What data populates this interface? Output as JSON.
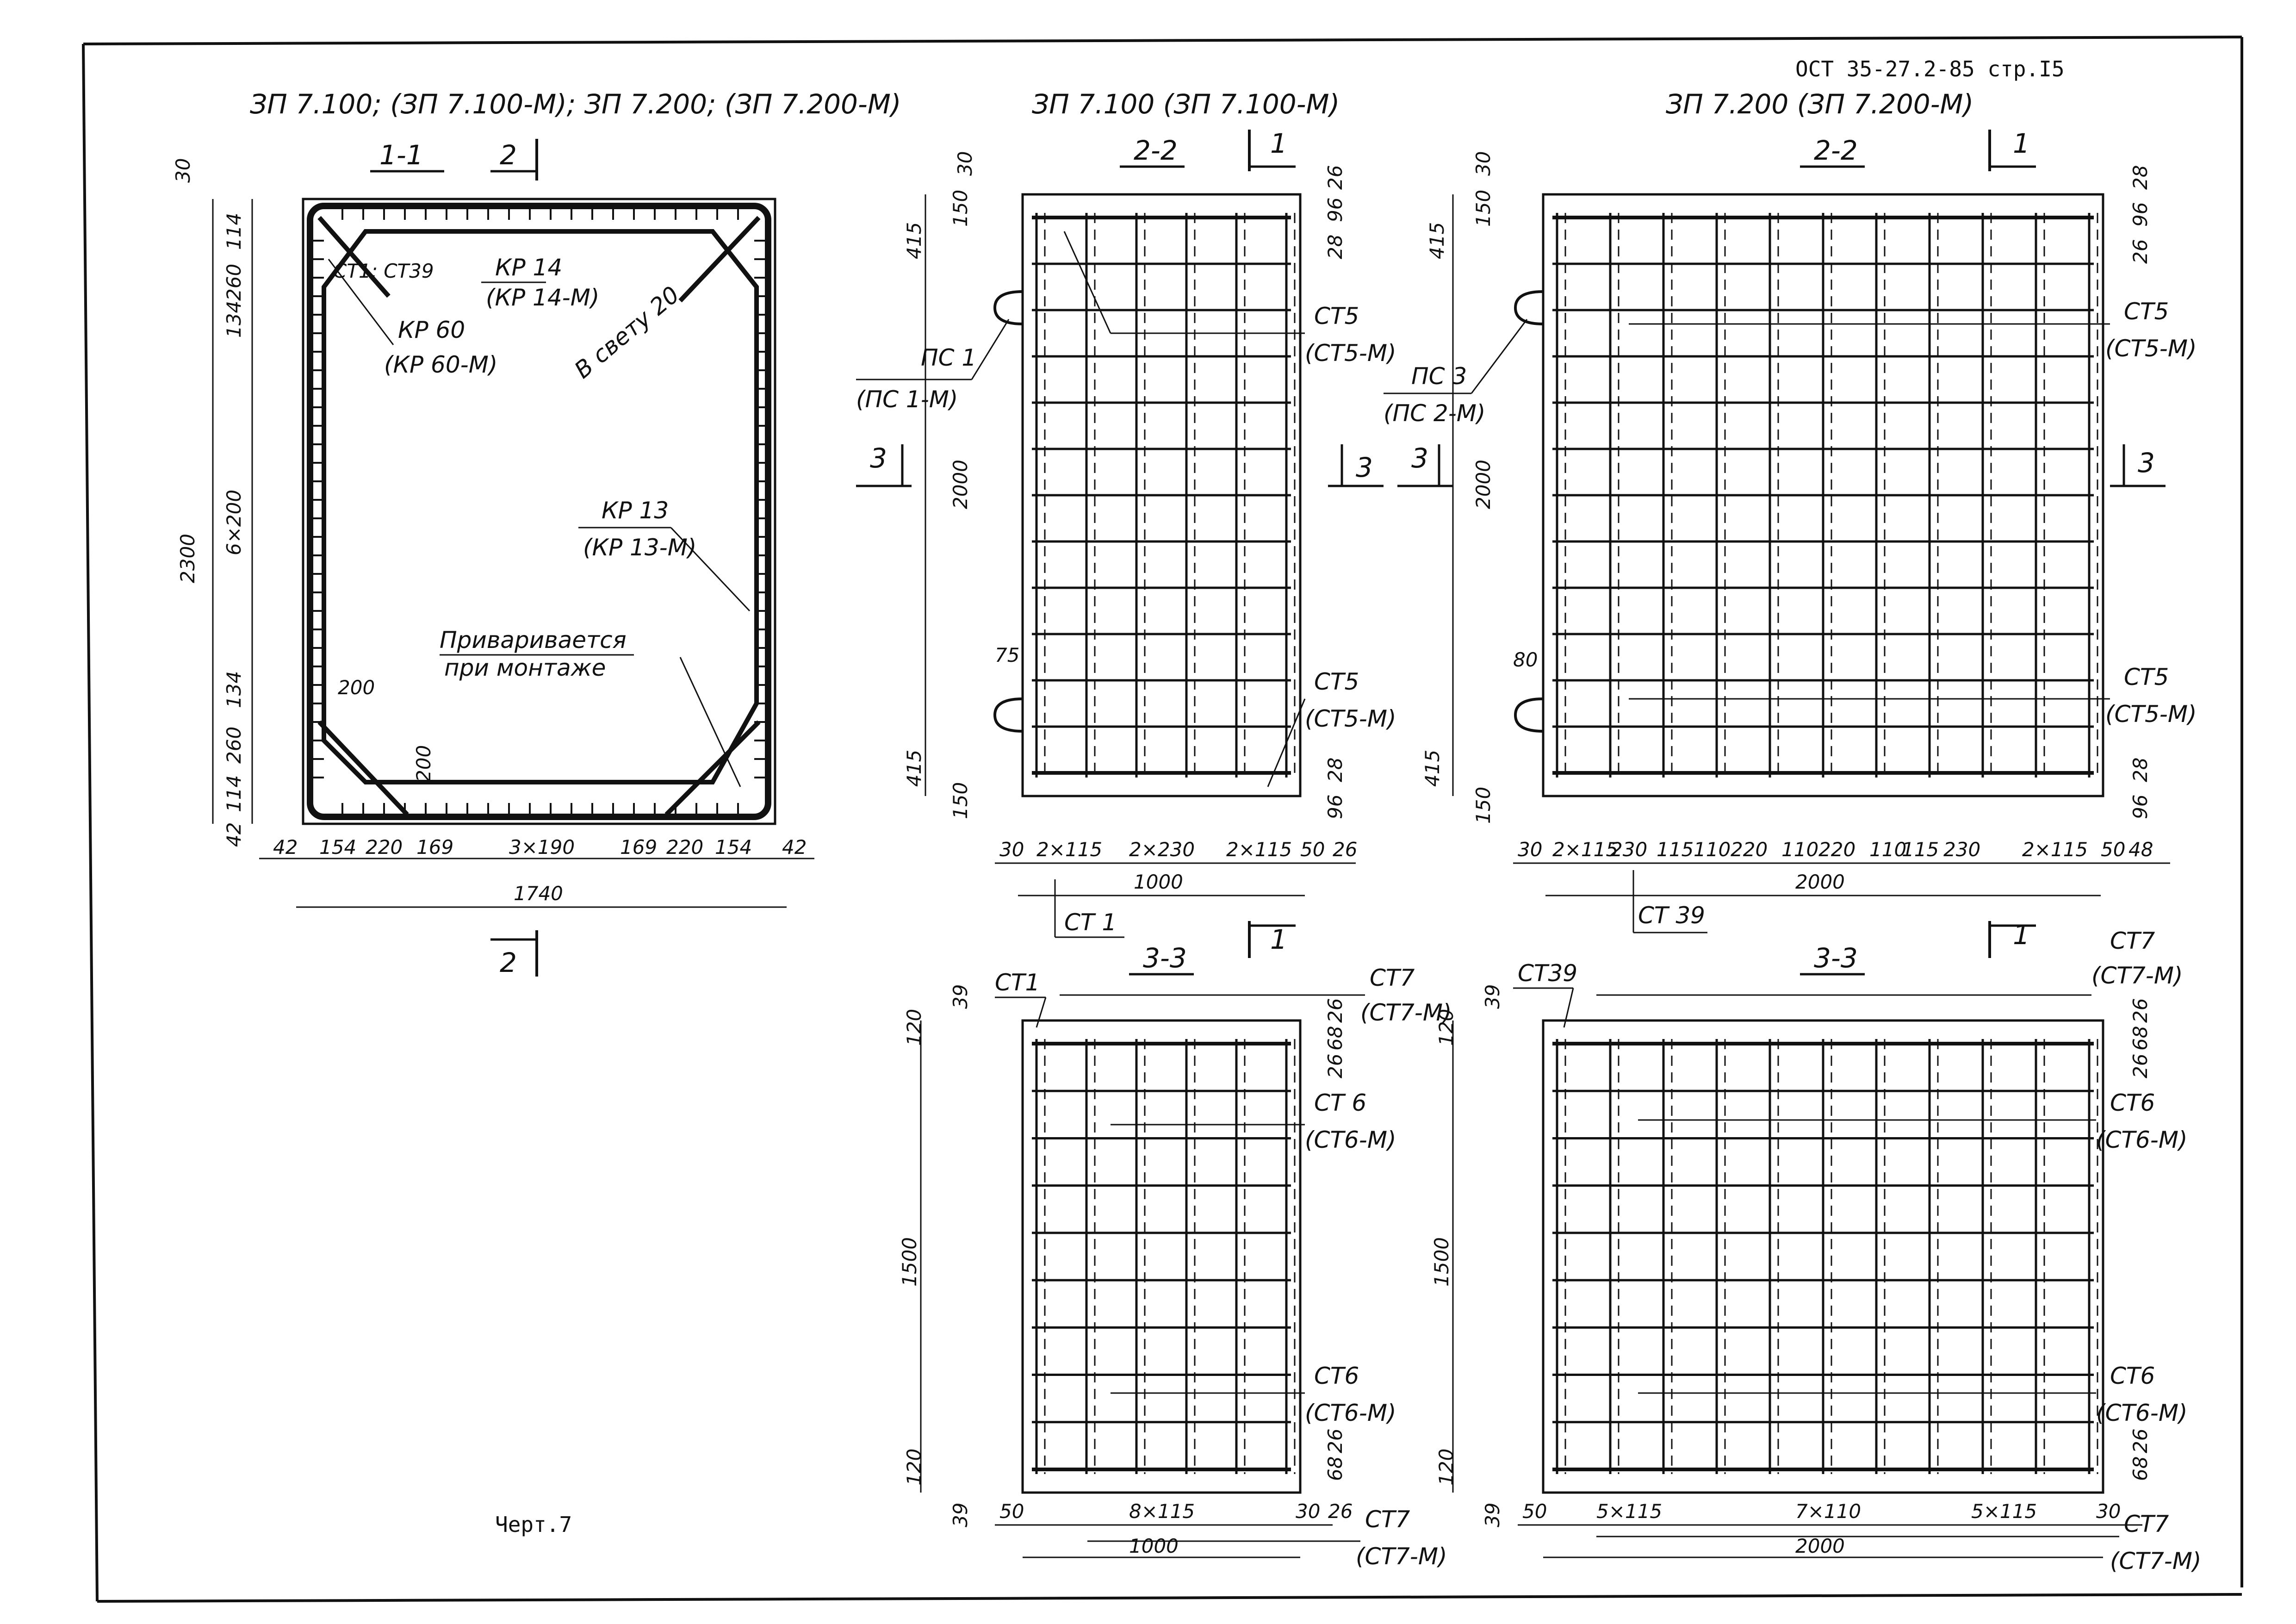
{
  "sheet": {
    "doc_ref": "ОСТ 35-27.2-85 стр.I5",
    "drawing_no": "Черт.7"
  },
  "panel_a": {
    "title": "ЗП 7.100; (ЗП 7.100-М); ЗП 7.200; (ЗП 7.200-М)",
    "section": "1-1",
    "cut_top": "2",
    "cut_bottom": "2",
    "callouts": {
      "st": "СТ1; СТ39",
      "kp14": "КР 14",
      "kp14m": "(КР 14-М)",
      "kp60": "КР 60",
      "kp60m": "(КР 60-М)",
      "clear": "В свету 20",
      "kp13": "КР 13",
      "kp13m": "(КР 13-М)",
      "weld1": "Привариваетcя",
      "weld2": "при монтаже"
    },
    "dims": {
      "d30": "30",
      "d114a": "114",
      "d42a": "42",
      "d260a": "260",
      "d134a": "134",
      "d2300": "2300",
      "d6x200": "6×200",
      "d134b": "134",
      "d260b": "260",
      "d114b": "114",
      "d42b": "42",
      "d200a": "200",
      "d200b": "200",
      "b42a": "42",
      "b154a": "154",
      "b220a": "220",
      "b169a": "169",
      "b3x190": "3×190",
      "b169b": "169",
      "b220b": "220",
      "b154b": "154",
      "b42b": "42",
      "b1740": "1740"
    }
  },
  "panel_b": {
    "title": "ЗП 7.100 (ЗП 7.100-М)",
    "section": "2-2",
    "cut_top": "1",
    "cut_bottom": "1",
    "left_arrow": "3",
    "right_arrow": "3",
    "callouts": {
      "ps": "ПС 1",
      "psm": "(ПС 1-М)",
      "st5a": "СТ5",
      "st5am": "(СТ5-М)",
      "st5b": "СТ5",
      "st5bm": "(СТ5-М)",
      "st_bottom": "СТ 1"
    },
    "dims": {
      "d30": "30",
      "d150a": "150",
      "d415a": "415",
      "d2000": "2000",
      "d75": "75",
      "d415b": "415",
      "d150b": "150",
      "r26a": "26",
      "r96a": "96",
      "r28a": "28",
      "r28b": "28",
      "r96b": "96",
      "b30": "30",
      "b2x115a": "2×115",
      "b2x230": "2×230",
      "b2x115b": "2×115",
      "b50": "50",
      "b26": "26",
      "b1000": "1000"
    }
  },
  "panel_c": {
    "title": "ЗП 7.200 (ЗП 7.200-М)",
    "section": "2-2",
    "cut_top": "1",
    "cut_bottom": "1",
    "left_arrow": "3",
    "right_arrow": "3",
    "callouts": {
      "ps": "ПС 3",
      "psm": "(ПС 2-М)",
      "st5a": "СТ5",
      "st5am": "(СТ5-М)",
      "st5b": "СТ5",
      "st5bm": "(СТ5-М)",
      "st_bottom": "СТ 39"
    },
    "dims": {
      "d30": "30",
      "d150a": "150",
      "d415a": "415",
      "d2000": "2000",
      "d80": "80",
      "d415b": "415",
      "d150b": "150",
      "r28a": "28",
      "r96a": "96",
      "r26a": "26",
      "r28b": "28",
      "r96b": "96",
      "b30": "30",
      "b2x115a": "2×115",
      "b230a": "230",
      "b115a": "115",
      "b110a": "110",
      "b220a": "220",
      "b110b": "110",
      "b220b": "220",
      "b110c": "110",
      "b115b": "115",
      "b230b": "230",
      "b2x115b": "2×115",
      "b50": "50",
      "b48": "48",
      "b2000": "2000"
    }
  },
  "panel_d": {
    "section": "3-3",
    "callouts": {
      "st1": "СТ1",
      "st7a": "СТ7",
      "st7am": "(СТ7-М)",
      "st6a": "СТ 6",
      "st6am": "(СТ6-М)",
      "st6b": "СТ6",
      "st6bm": "(СТ6-М)",
      "st7b": "СТ7",
      "st7bm": "(СТ7-М)"
    },
    "dims": {
      "d39a": "39",
      "d120a": "120",
      "d1500": "1500",
      "d120b": "120",
      "d39b": "39",
      "r26a": "26",
      "r68a": "68",
      "r26b": "26",
      "r26c": "26",
      "r68b": "68",
      "b50": "50",
      "b8x115": "8×115",
      "b30": "30",
      "b26": "26",
      "b1000": "1000"
    }
  },
  "panel_e": {
    "section": "3-3",
    "callouts": {
      "st39": "СТ39",
      "st7a": "СТ7",
      "st7am": "(СТ7-М)",
      "st6a": "СТ6",
      "st6am": "(СТ6-М)",
      "st6b": "СТ6",
      "st6bm": "(СТ6-М)",
      "st7b": "СТ7",
      "st7bm": "(СТ7-М)"
    },
    "dims": {
      "d39a": "39",
      "d120a": "120",
      "d1500": "1500",
      "d120b": "120",
      "d39b": "39",
      "r26a": "26",
      "r68a": "68",
      "r26b": "26",
      "r26c": "26",
      "r68b": "68",
      "b50": "50",
      "b5x115a": "5×115",
      "b7x110": "7×110",
      "b5x115b": "5×115",
      "b30": "30",
      "b2000": "2000"
    }
  }
}
